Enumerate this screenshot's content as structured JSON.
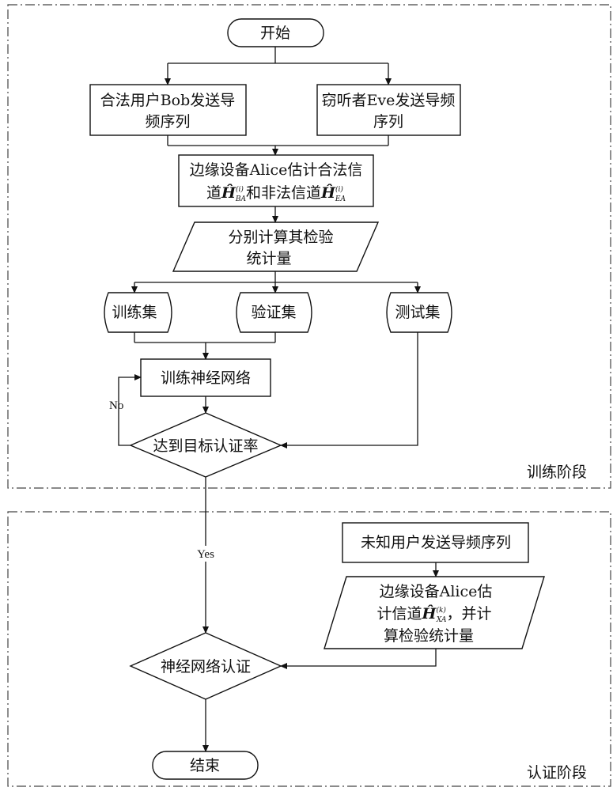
{
  "flowchart": {
    "start": "开始",
    "end": "结束",
    "training_phase": {
      "label": "训练阶段",
      "bob_pilot": [
        "合法用户Bob发送导",
        "频序列"
      ],
      "eve_pilot": [
        "窃听者Eve发送导频",
        "序列"
      ],
      "alice_estimate": {
        "line1": "边缘设备Alice估计合法信",
        "line2_prefix": "道",
        "h_ba": "Ĥ",
        "h_ba_sup": "(i)",
        "h_ba_sub": "BA",
        "line2_mid": "和非法信道",
        "h_ea": "Ĥ",
        "h_ea_sup": "(i)",
        "h_ea_sub": "EA"
      },
      "compute_stats": [
        "分别计算其检验",
        "统计量"
      ],
      "train_set": "训练集",
      "validation_set": "验证集",
      "test_set": "测试集",
      "train_nn": "训练神经网络",
      "target_rate": "达到目标认证率",
      "no_label": "No"
    },
    "yes_label": "Yes",
    "auth_phase": {
      "label": "认证阶段",
      "unknown_pilot": "未知用户发送导频序列",
      "alice_estimate_unknown": {
        "line1": "边缘设备Alice估",
        "line2_prefix": "计信道",
        "h_xa": "Ĥ",
        "h_xa_sup": "(k)",
        "h_xa_sub": "XA",
        "line2_suffix": "，并计",
        "line3": "算检验统计量"
      },
      "nn_auth": "神经网络认证"
    }
  }
}
